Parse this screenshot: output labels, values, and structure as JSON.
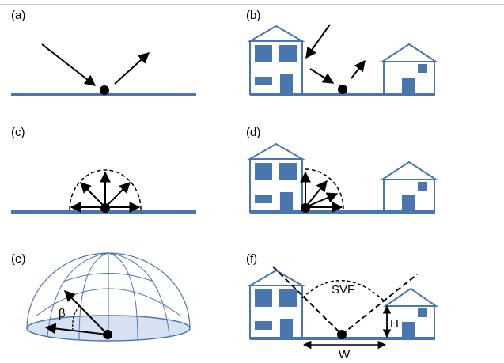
{
  "panels": [
    {
      "id": "a",
      "label": "(a)"
    },
    {
      "id": "b",
      "label": "(b)"
    },
    {
      "id": "c",
      "label": "(c)"
    },
    {
      "id": "d",
      "label": "(d)"
    },
    {
      "id": "e",
      "label": "(e)"
    },
    {
      "id": "f",
      "label": "(f)"
    }
  ],
  "annotations": {
    "beta": "β",
    "svf": "SVF",
    "height": "H",
    "width": "W"
  },
  "colors": {
    "ground": "#4a76b0",
    "building_outline": "#4a76b0",
    "window": "#4a76b0",
    "dome_base": "#d6e2f1",
    "arrow": "#000000"
  },
  "icons": [
    "point-dot",
    "arrow",
    "house",
    "building",
    "dome"
  ]
}
